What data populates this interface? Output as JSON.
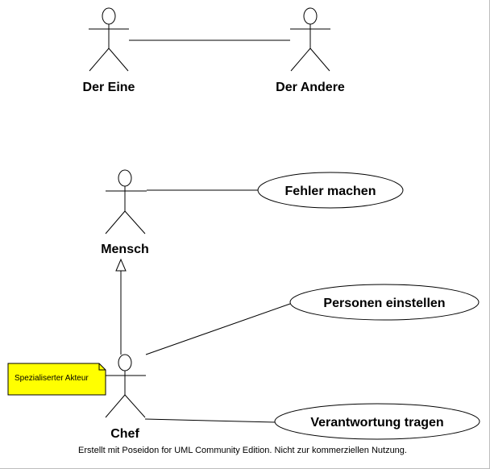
{
  "actors": {
    "der_eine": "Der Eine",
    "der_andere": "Der Andere",
    "mensch": "Mensch",
    "chef": "Chef"
  },
  "use_cases": {
    "fehler_machen": "Fehler machen",
    "personen_einstellen": "Personen einstellen",
    "verantwortung_tragen": "Verantwortung tragen"
  },
  "note": {
    "text": "Spezialiserter Akteur",
    "color": "#ffff00"
  },
  "footer": "Erstellt mit Poseidon for UML Community Edition. Nicht zur kommerziellen Nutzung."
}
